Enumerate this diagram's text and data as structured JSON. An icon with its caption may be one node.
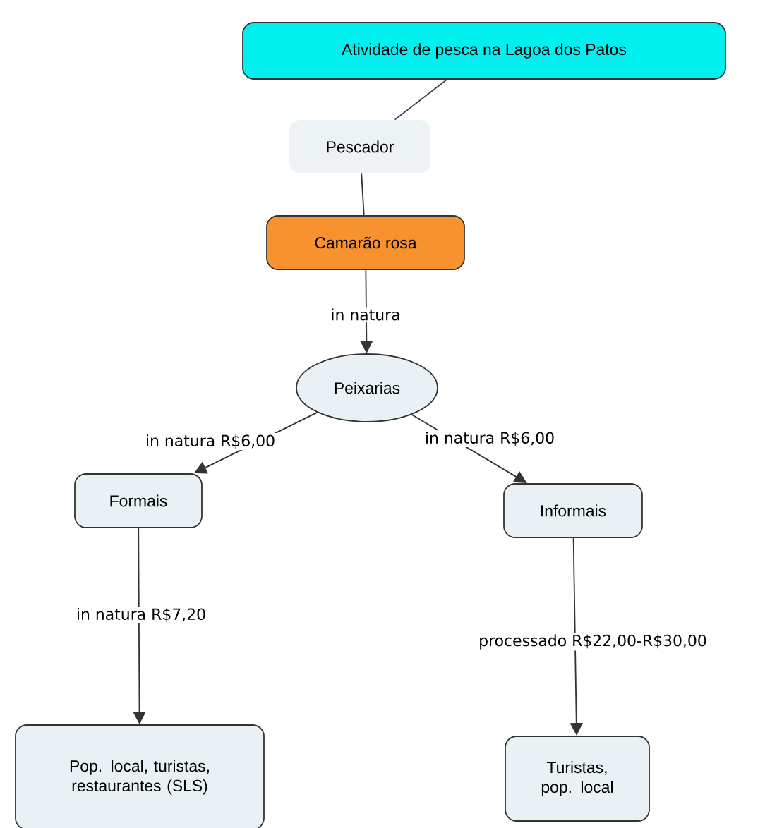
{
  "diagram": {
    "nodes": [
      {
        "text": [
          "Atividade de pesca na Lagoa dos Patos"
        ]
      },
      {
        "text": [
          "Pescador"
        ]
      },
      {
        "text": [
          "Camarão rosa"
        ]
      },
      {
        "text": [
          "Peixarias"
        ]
      },
      {
        "text": [
          "Formais"
        ]
      },
      {
        "text": [
          "Informais"
        ]
      },
      {
        "text": [
          "Pop. local, turistas, restaurantes (SLS)"
        ]
      },
      {
        "text": [
          "Turistas, pop. local"
        ]
      }
    ],
    "edges": [
      {
        "from": 0,
        "to": 1,
        "arrow": "none"
      },
      {
        "from": 1,
        "to": 2,
        "arrow": "none"
      },
      {
        "from": 2,
        "to": 3,
        "arrow": "to",
        "label": "in natura"
      },
      {
        "from": 3,
        "to": 4,
        "arrow": "to",
        "label": "in natura R$6,00"
      },
      {
        "from": 3,
        "to": 5,
        "arrow": "to",
        "label": "in natura R$6,00"
      },
      {
        "from": 4,
        "to": 6,
        "arrow": "to",
        "label": "in natura R$7,20"
      },
      {
        "from": 5,
        "to": 7,
        "arrow": "to",
        "label": "processado R$22,00-R$30,00"
      }
    ]
  }
}
